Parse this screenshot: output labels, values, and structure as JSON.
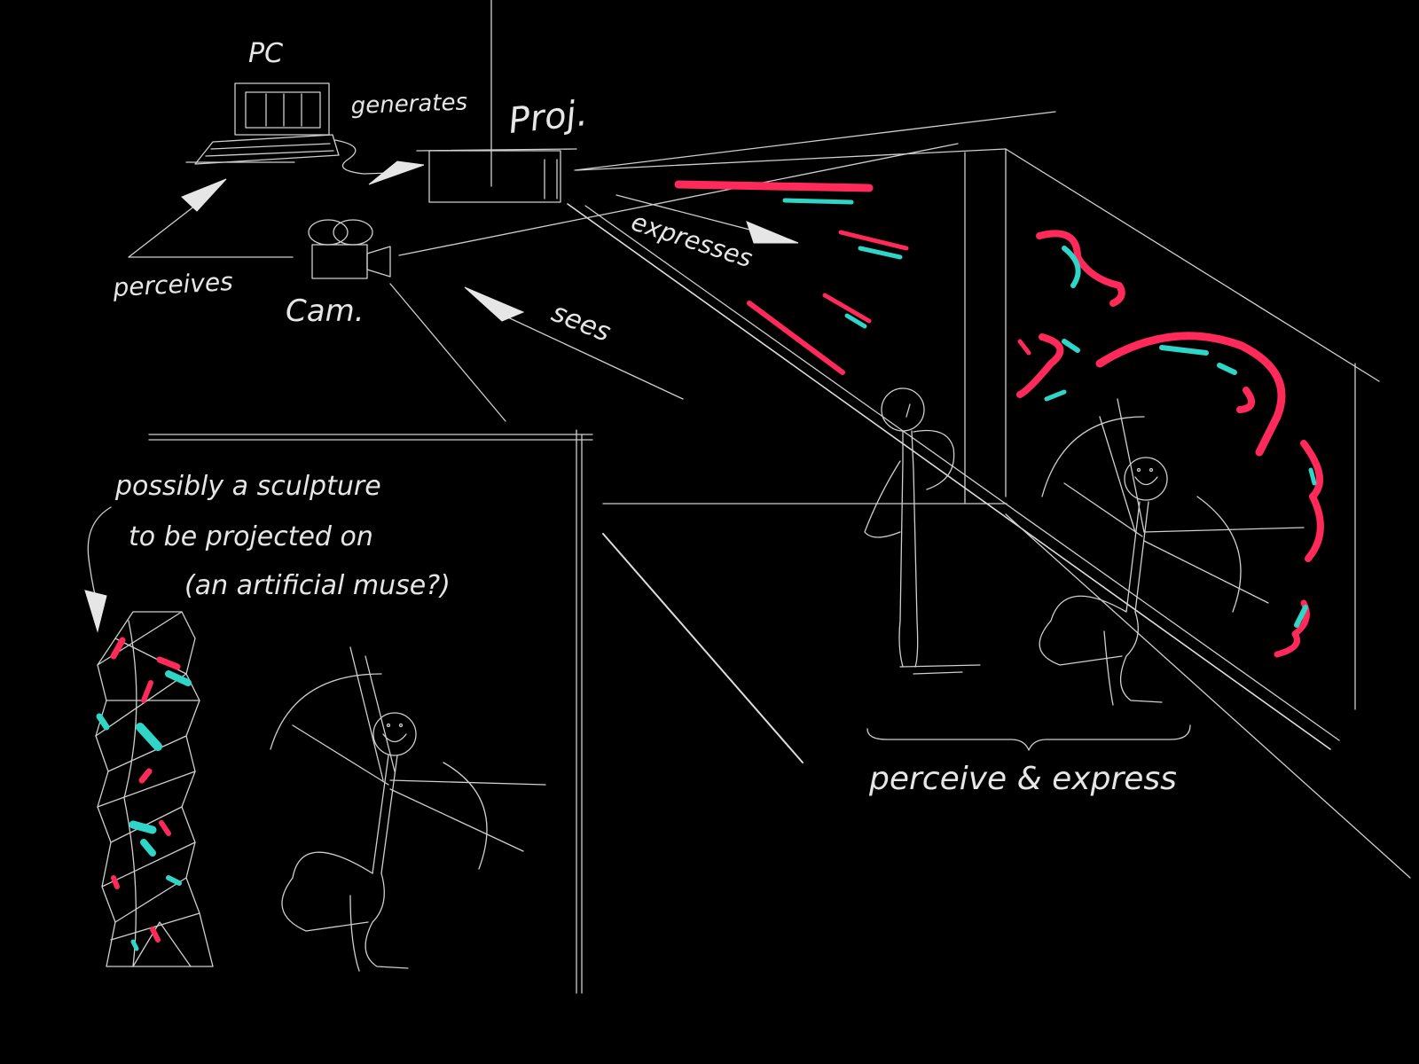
{
  "labels": {
    "pc": "PC",
    "generates": "generates",
    "proj": "Proj.",
    "expresses": "expresses",
    "perceives": "perceives",
    "cam": "Cam.",
    "sees": "sees",
    "note_line1": "possibly a sculpture",
    "note_line2": "to be projected on",
    "note_line3": "(an artificial muse?)",
    "perceive_express": "perceive & express"
  },
  "colors": {
    "background": "#000000",
    "chalk": "#dcdcdc",
    "projection_red": "#ff2a5a",
    "projection_teal": "#2fd6c8"
  }
}
